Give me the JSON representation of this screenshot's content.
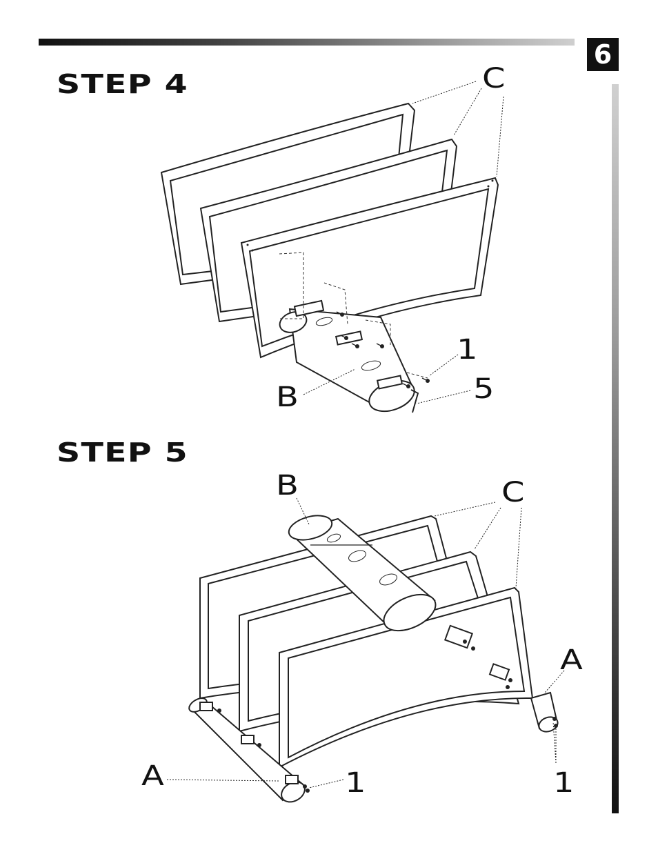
{
  "page": {
    "number": "6"
  },
  "step4": {
    "title": "STEP 4",
    "labels": {
      "C": "C",
      "part1": "1",
      "part5": "5",
      "B": "B"
    }
  },
  "step5": {
    "title": "STEP 5",
    "labels": {
      "B": "B",
      "C": "C",
      "A_right": "A",
      "A_left": "A",
      "part1_left": "1",
      "part1_right": "1"
    }
  }
}
